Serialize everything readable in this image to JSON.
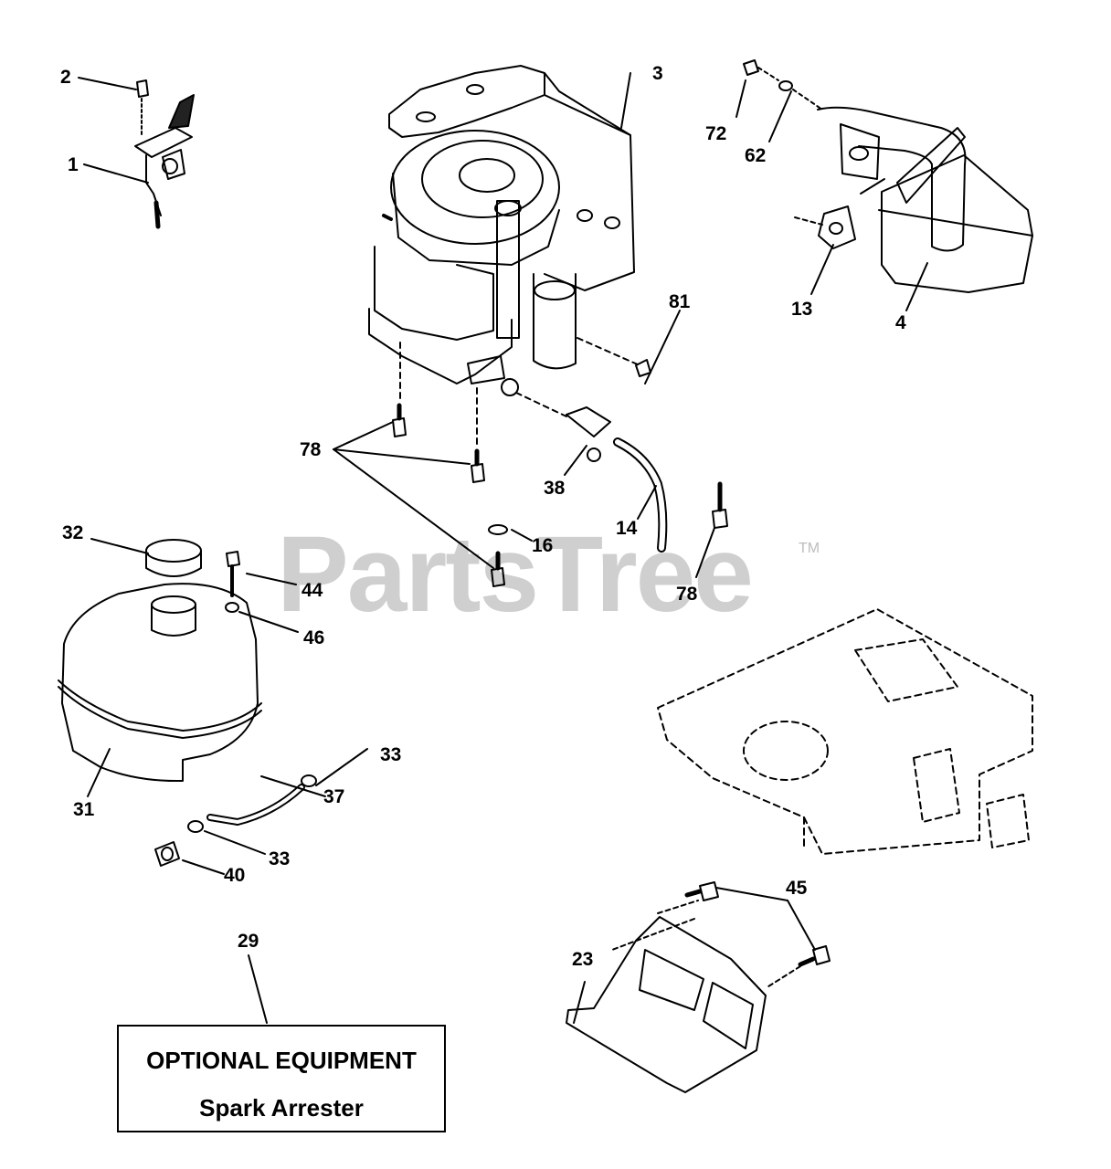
{
  "watermark": {
    "text": "PartsTree",
    "trademark": "TM"
  },
  "callouts": {
    "c1": "1",
    "c2": "2",
    "c3": "3",
    "c4": "4",
    "c13": "13",
    "c14": "14",
    "c16": "16",
    "c23": "23",
    "c29": "29",
    "c31": "31",
    "c32": "32",
    "c33a": "33",
    "c33b": "33",
    "c37": "37",
    "c38": "38",
    "c40": "40",
    "c44": "44",
    "c45": "45",
    "c46": "46",
    "c62": "62",
    "c72": "72",
    "c78a": "78",
    "c78b": "78",
    "c81": "81"
  },
  "note": {
    "line1": "OPTIONAL EQUIPMENT",
    "line2": "Spark Arrester"
  }
}
